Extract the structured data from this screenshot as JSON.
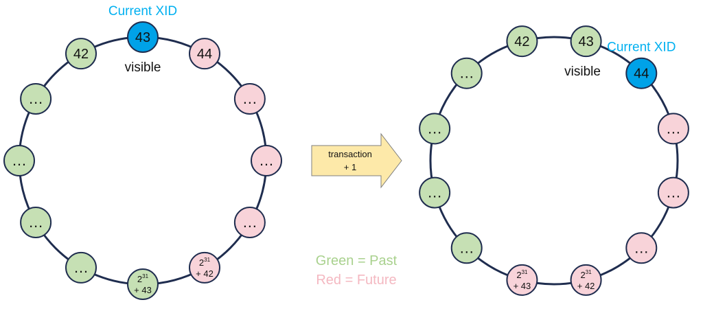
{
  "colors": {
    "ring": "#1f2d4f",
    "past_fill": "#c6e0b4",
    "future_fill": "#f8d3d9",
    "current_fill": "#00a2e8",
    "current_label": "#00b0f0",
    "legend_green": "#a9d18e",
    "legend_red": "#f4b8c1",
    "arrow_fill": "#fde9a9",
    "arrow_stroke": "#7f7f7f"
  },
  "left_ring": {
    "current_label": "Current XID",
    "visible_label": "visible",
    "nodes": [
      {
        "kind": "current",
        "label": "43"
      },
      {
        "kind": "future",
        "label": "44"
      },
      {
        "kind": "future",
        "label": "…"
      },
      {
        "kind": "future",
        "label": "…"
      },
      {
        "kind": "future",
        "label": "…"
      },
      {
        "kind": "future",
        "base": "2",
        "exp": "31",
        "suffix": "+ 42"
      },
      {
        "kind": "past",
        "base": "2",
        "exp": "31",
        "suffix": "+ 43"
      },
      {
        "kind": "past",
        "label": "…"
      },
      {
        "kind": "past",
        "label": "…"
      },
      {
        "kind": "past",
        "label": "…"
      },
      {
        "kind": "past",
        "label": "…"
      },
      {
        "kind": "past",
        "label": "42"
      }
    ]
  },
  "right_ring": {
    "current_label": "Current XID",
    "visible_label": "visible",
    "nodes": [
      {
        "kind": "past",
        "label": "43"
      },
      {
        "kind": "current",
        "label": "44"
      },
      {
        "kind": "future",
        "label": "…"
      },
      {
        "kind": "future",
        "label": "…"
      },
      {
        "kind": "future",
        "label": "…"
      },
      {
        "kind": "future",
        "base": "2",
        "exp": "31",
        "suffix": "+ 42"
      },
      {
        "kind": "future",
        "base": "2",
        "exp": "31",
        "suffix": "+ 43"
      },
      {
        "kind": "past",
        "label": "…"
      },
      {
        "kind": "past",
        "label": "…"
      },
      {
        "kind": "past",
        "label": "…"
      },
      {
        "kind": "past",
        "label": "…"
      },
      {
        "kind": "past",
        "label": "42"
      }
    ]
  },
  "arrow": {
    "line1": "transaction",
    "line2": "+ 1"
  },
  "legend": {
    "green": "Green = Past",
    "red": "Red = Future"
  }
}
